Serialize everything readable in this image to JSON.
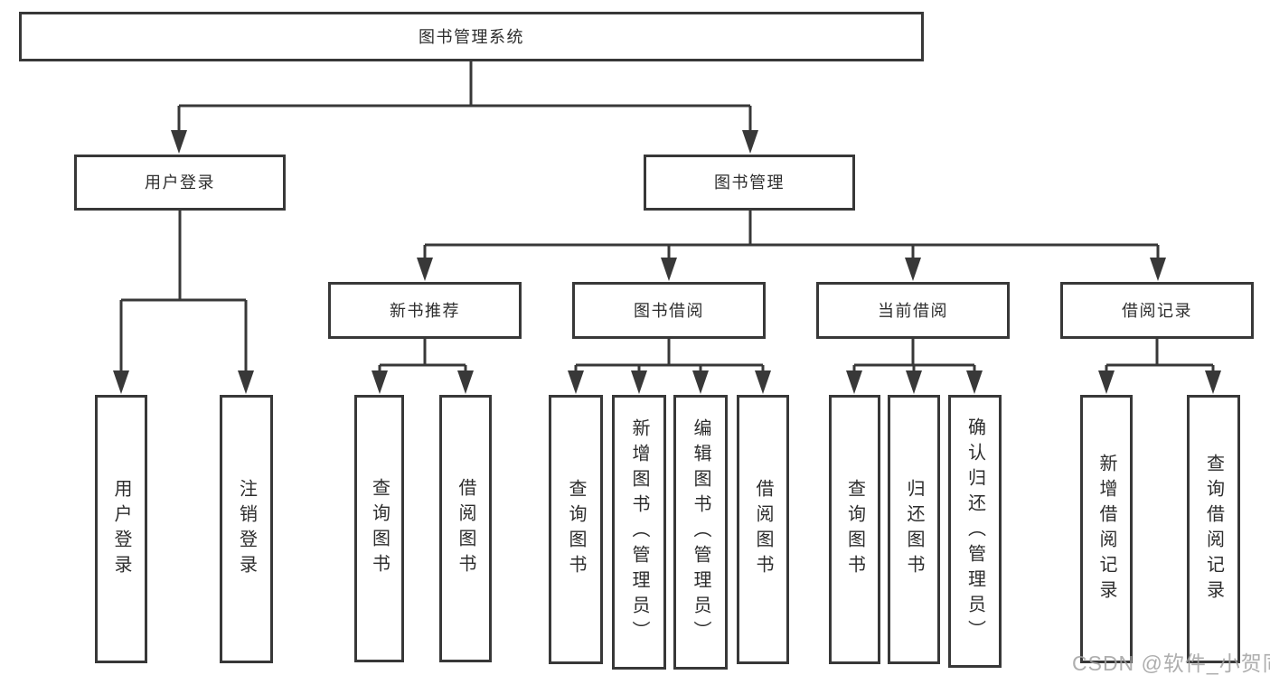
{
  "diagram": {
    "root": {
      "label": "图书管理系统"
    },
    "user_login": {
      "label": "用户登录",
      "children": [
        {
          "label": "用户登录"
        },
        {
          "label": "注销登录"
        }
      ]
    },
    "book_mgmt": {
      "label": "图书管理",
      "sections": {
        "new_book": {
          "label": "新书推荐",
          "children": [
            {
              "label": "查询图书"
            },
            {
              "label": "借阅图书"
            }
          ]
        },
        "book_borrow": {
          "label": "图书借阅",
          "children": [
            {
              "label": "查询图书"
            },
            {
              "label": "新增图书（管理员）"
            },
            {
              "label": "编辑图书（管理员）"
            },
            {
              "label": "借阅图书"
            }
          ]
        },
        "current_borrow": {
          "label": "当前借阅",
          "children": [
            {
              "label": "查询图书"
            },
            {
              "label": "归还图书"
            },
            {
              "label": "确认归还（管理员）"
            }
          ]
        },
        "borrow_records": {
          "label": "借阅记录",
          "children": [
            {
              "label": "新增借阅记录"
            },
            {
              "label": "查询借阅记录"
            }
          ]
        }
      }
    }
  },
  "watermark": {
    "text": "CSDN @软件_小贺同学"
  },
  "colors": {
    "line": "#383838",
    "text": "#2d2d2d",
    "watermark": "#a0a0a0",
    "background": "#ffffff"
  }
}
